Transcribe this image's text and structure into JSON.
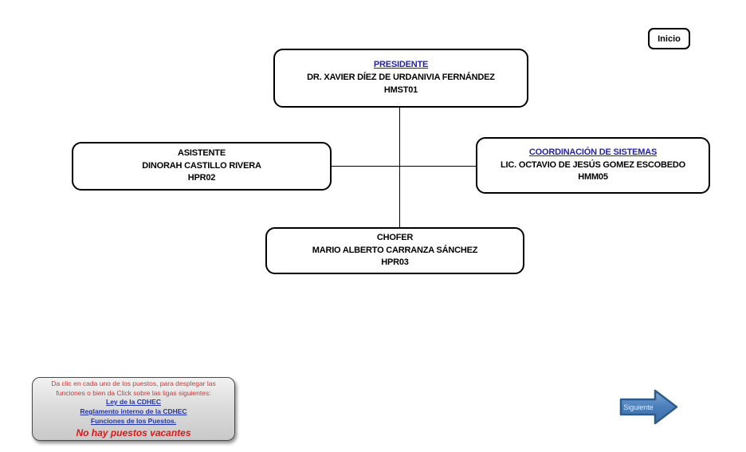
{
  "nav": {
    "inicio_label": "Inicio",
    "siguiente_label": "Siguiente",
    "siguiente_icon": "arrow-right-icon"
  },
  "org_chart": {
    "nodes": [
      {
        "id": "presidente",
        "title": "PRESIDENTE",
        "title_is_link": true,
        "name": "DR. XAVIER DÍEZ DE URDANIVIA FERNÁNDEZ",
        "code": "HMST01"
      },
      {
        "id": "asistente",
        "title": "ASISTENTE",
        "title_is_link": false,
        "name": "DINORAH CASTILLO RIVERA",
        "code": "HPR02"
      },
      {
        "id": "coordinacion",
        "title": "COORDINACIÓN DE SISTEMAS",
        "title_is_link": true,
        "name": "LIC. OCTAVIO DE JESÚS GOMEZ ESCOBEDO",
        "code": "HMM05"
      },
      {
        "id": "chofer",
        "title": "CHOFER",
        "title_is_link": false,
        "name": "MARIO ALBERTO CARRANZA SÁNCHEZ",
        "code": "HPR03"
      }
    ]
  },
  "info_box": {
    "instructions_line1": "Da clic en cada uno de los puestos, para desplegar las",
    "instructions_line2": "funciones o bien da Click sobre las ligas siguientes:",
    "links": [
      "Ley de la CDHEC",
      "Reglamento interno de la CDHEC",
      "Funciones de los Puestos."
    ],
    "vacancy_note": "No hay puestos vacantes"
  },
  "colors": {
    "link_blue": "#2222aa",
    "instruction_red": "#cc3a35",
    "vacancy_red": "#e31414",
    "box_border": "#000000",
    "arrow_fill": "#4a7ebb",
    "arrow_border": "#2e5c8a",
    "info_box_gray": "#d9d9d9"
  }
}
